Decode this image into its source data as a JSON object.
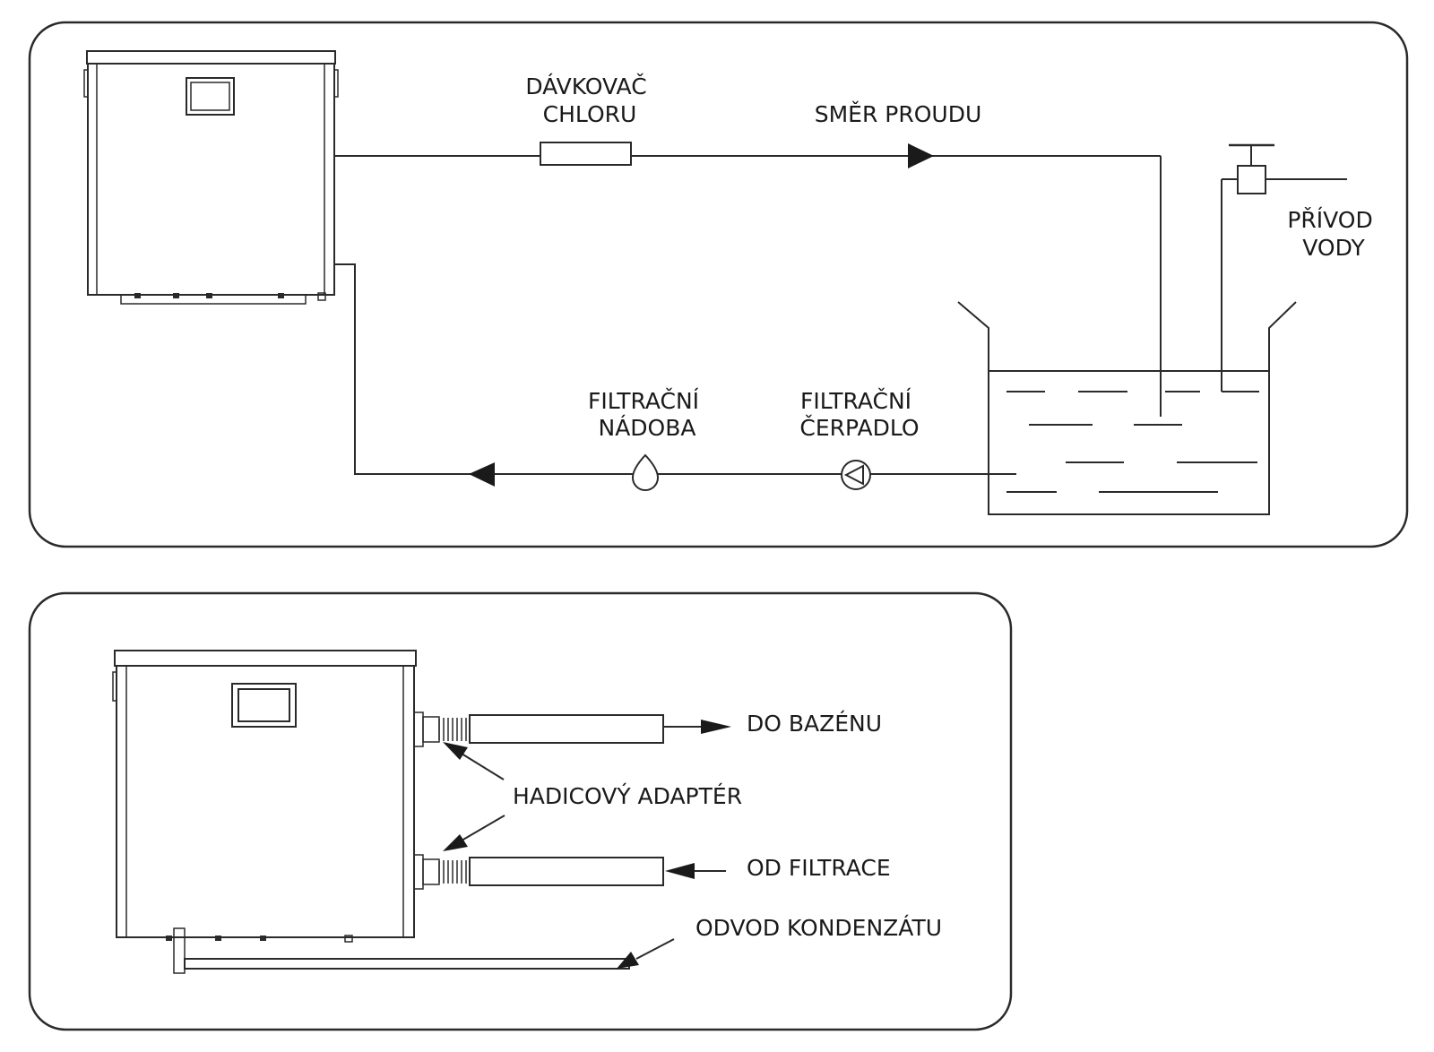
{
  "top_panel": {
    "chlorinator_label": [
      "DÁVKOVAČ",
      "CHLORU"
    ],
    "flow_direction_label": "SMĚR PROUDU",
    "water_inlet_label": [
      "PŘÍVOD",
      "VODY"
    ],
    "filter_vessel_label": [
      "FILTRAČNÍ",
      "NÁDOBA"
    ],
    "filter_pump_label": [
      "FILTRAČNÍ",
      "ČERPADLO"
    ]
  },
  "bottom_panel": {
    "to_pool_label": "DO BAZÉNU",
    "hose_adapter_label": "HADICOVÝ ADAPTÉR",
    "from_filtration_label": "OD FILTRACE",
    "condensate_drain_label": "ODVOD KONDENZÁTU"
  },
  "colors": {
    "line": "#2a2a2a",
    "background": "#ffffff"
  }
}
